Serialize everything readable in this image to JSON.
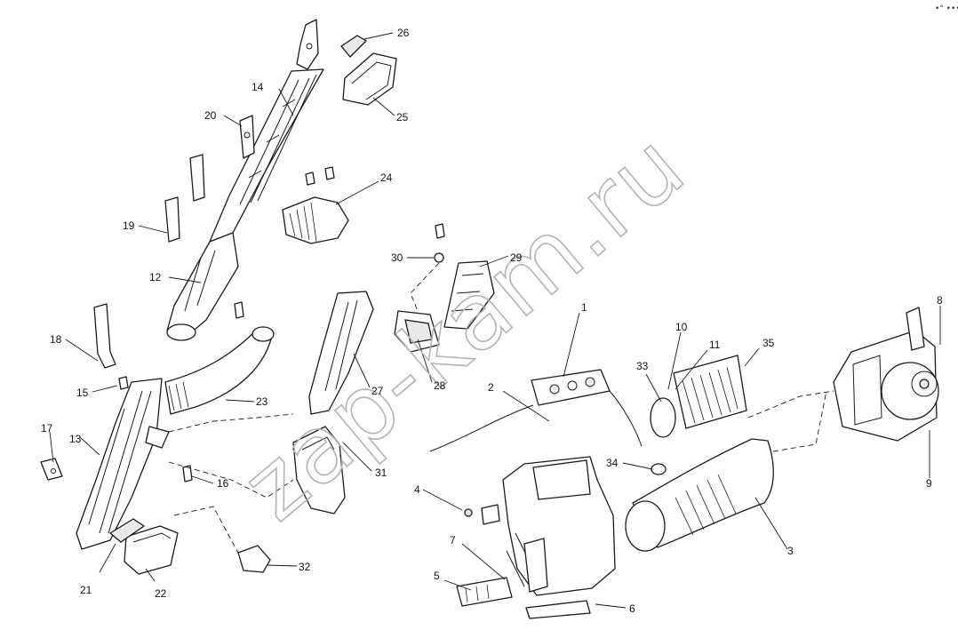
{
  "watermark": "zap-kam.ru",
  "corner_mark": "•° •••",
  "callouts": [
    "1",
    "2",
    "3",
    "4",
    "5",
    "6",
    "7",
    "8",
    "9",
    "10",
    "11",
    "12",
    "13",
    "14",
    "15",
    "16",
    "17",
    "18",
    "19",
    "20",
    "21",
    "22",
    "23",
    "24",
    "25",
    "26",
    "27",
    "28",
    "29",
    "30",
    "31",
    "32",
    "33",
    "34",
    "35"
  ]
}
